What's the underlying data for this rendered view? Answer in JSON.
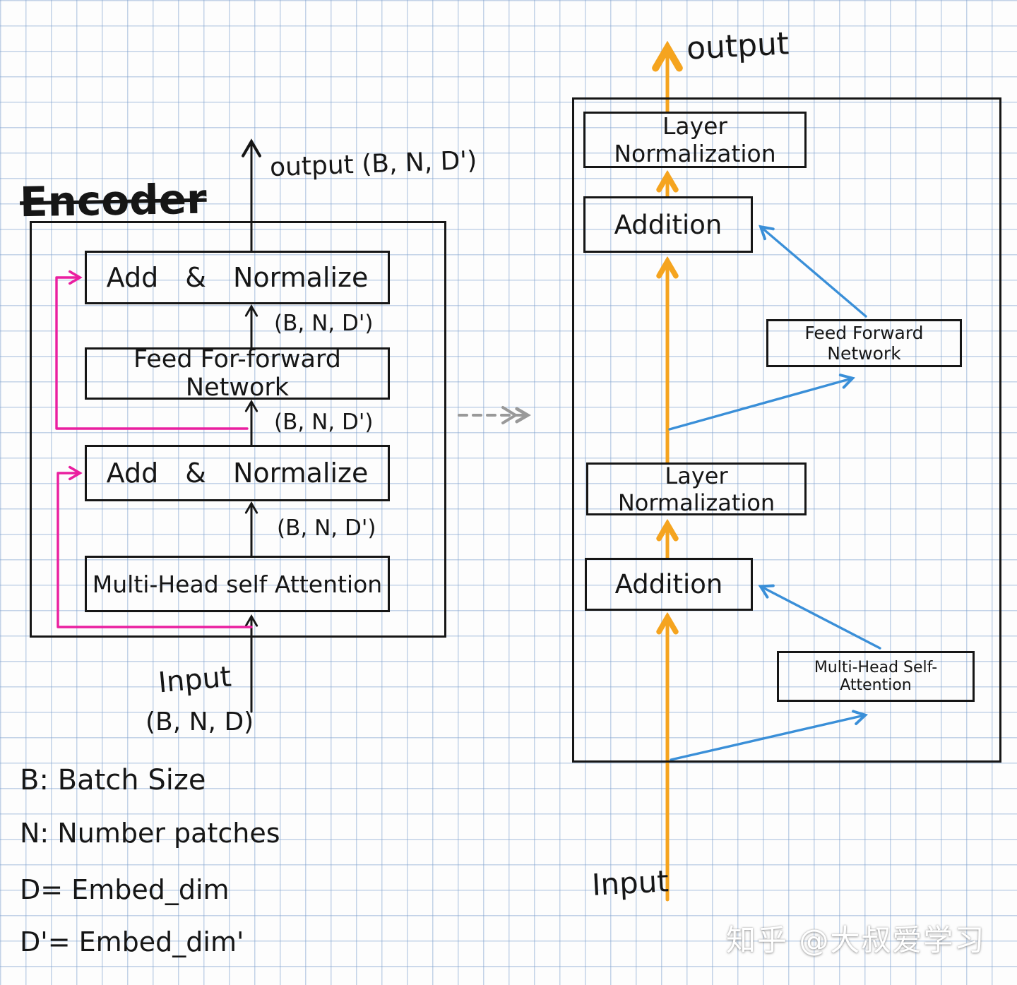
{
  "left": {
    "title": "Encoder",
    "output_label": "output (B, N, D')",
    "boxes": [
      {
        "label": "Add & Normalize"
      },
      {
        "label": "Feed For-forward Network"
      },
      {
        "label": "Add & Normalize"
      },
      {
        "label": "Multi-Head self Attention"
      }
    ],
    "shape_annotations": [
      {
        "text": "(B, N, D')"
      },
      {
        "text": "(B, N, D')"
      },
      {
        "text": "(B, N, D')"
      }
    ],
    "input_label": "Input",
    "input_shape": "(B, N, D)"
  },
  "legend": {
    "items": [
      {
        "text": "B: Batch Size"
      },
      {
        "text": "N: Number patches"
      },
      {
        "text": "D= Embed_dim"
      },
      {
        "text": "D'= Embed_dim'"
      }
    ]
  },
  "right": {
    "output_label": "output",
    "input_label": "Input",
    "layer_norm_top": "Layer Normalization",
    "addition_top": "Addition",
    "feed_forward": "Feed Forward Network",
    "layer_norm_bottom": "Layer Normalization",
    "addition_bottom": "Addition",
    "self_attention": "Multi-Head Self-Attention"
  },
  "watermark": "知乎 @大叔爱学习",
  "colors": {
    "ink": "#161616",
    "grid": "#7da0cd",
    "pink": "#ea1fa0",
    "orange": "#f5a41f",
    "blue": "#3a8fd8",
    "gray_arrow": "#999999"
  }
}
